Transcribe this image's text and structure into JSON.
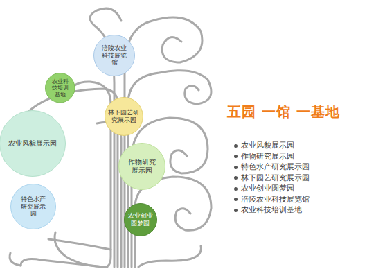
{
  "diagram": {
    "title": "五园 一馆 一基地",
    "nodes": [
      {
        "text": [
          "涪陵农业科技展览馆"
        ]
      },
      {
        "text": [
          "农业科技培训基地"
        ]
      },
      {
        "text": [
          "林下园艺研究展示园"
        ]
      },
      {
        "text": [
          "农业风貌展示园"
        ]
      },
      {
        "text": [
          "作物研究展示园"
        ]
      },
      {
        "text": [
          "特色水产研究展示园"
        ]
      },
      {
        "text": [
          "农业创业圆梦园"
        ]
      }
    ],
    "labels": [
      "农业风貌展示园",
      "作物研究展示园",
      "特色水产研究展示园",
      "林下园艺研究展示园",
      "农业创业圆梦园",
      "涪陵农业科技展览馆",
      "农业科技培训基地"
    ]
  }
}
